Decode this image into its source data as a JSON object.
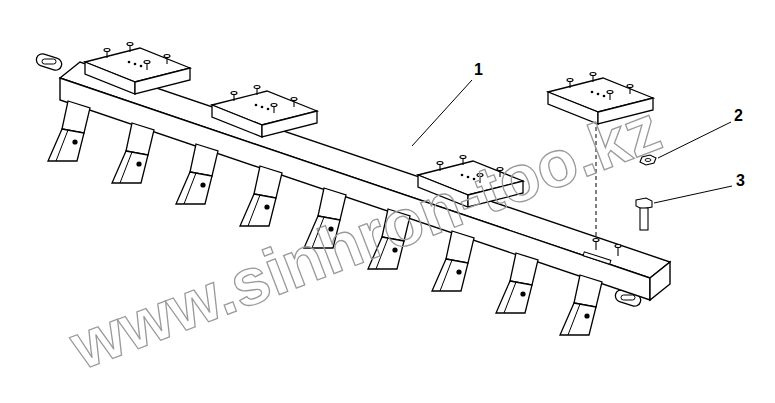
{
  "diagram": {
    "labels": [
      "1",
      "2",
      "3",
      "www.sinhron-too.kz"
    ]
  }
}
